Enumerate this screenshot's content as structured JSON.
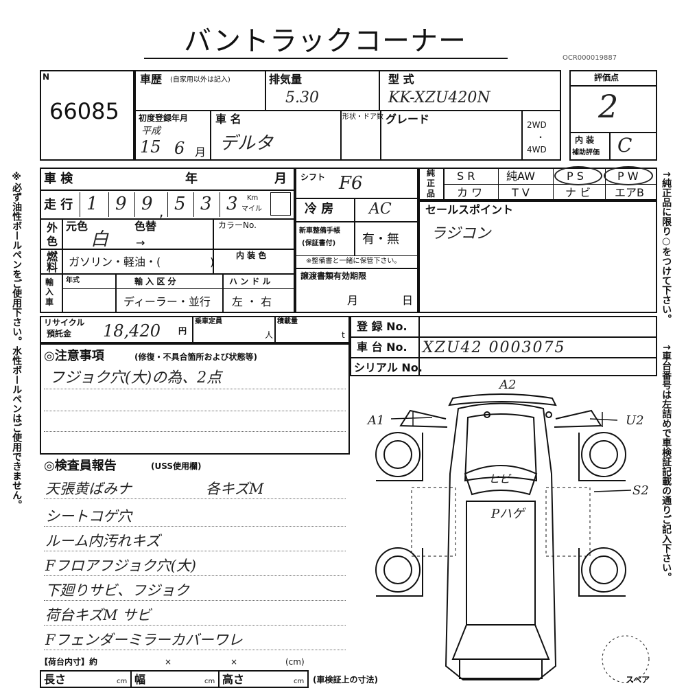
{
  "header": {
    "title": "バントラックコーナー",
    "top_right": "OCR000019887"
  },
  "lot": {
    "label": "N",
    "number": "66085"
  },
  "history": {
    "label": "車歴",
    "note": "(自家用以外は記入)"
  },
  "displacement": {
    "label": "排気量",
    "value": "5.30"
  },
  "model_type": {
    "label": "型 式",
    "value": "KK-XZU420N"
  },
  "rating": {
    "label": "評価点",
    "value": "2",
    "interior_label_1": "内 装",
    "interior_label_2": "補助評価",
    "interior_value": "C"
  },
  "first_reg": {
    "label": "初度登録年月",
    "era": "平成",
    "year": "15",
    "month": "6",
    "month_unit": "月"
  },
  "car_name": {
    "label": "車 名",
    "value": "デルタ"
  },
  "shape_doors": {
    "label": "形状・ドア数"
  },
  "grade": {
    "label": "グレード"
  },
  "drive": {
    "opt1": "2WD",
    "dot": "・",
    "opt2": "4WD"
  },
  "inspection": {
    "label": "車 検",
    "year_unit": "年",
    "month_unit": "月"
  },
  "mileage": {
    "label": "走 行",
    "digits": [
      "1",
      "9",
      "9",
      "5",
      "3",
      "3"
    ],
    "comma": ",",
    "unit_km": "Km",
    "unit_mile": "マイル"
  },
  "shift": {
    "label": "シフト",
    "value": "F6"
  },
  "aircon": {
    "label": "冷 房",
    "value": "AC"
  },
  "service_book": {
    "label_1": "新車整備手帳",
    "label_2": "(保証書付)",
    "value": "有・無",
    "note": "※整備書と一緒に保管下さい。"
  },
  "color": {
    "label_1": "外",
    "label_2": "色",
    "orig_label": "元色",
    "orig_value": "白",
    "changed_label": "色替",
    "arrow": "→",
    "code_label": "カラーNo."
  },
  "fuel": {
    "label_1": "燃",
    "label_2": "料",
    "options": "ガソリン・軽油・(",
    "close": ")",
    "interior_color_label": "内 装 色"
  },
  "import": {
    "label": "輸入車",
    "year_label": "年式",
    "category_label": "輸 入 区 分",
    "category_value": "ディーラー・並行",
    "handle_label": "ハ ン ド ル",
    "handle_value": "左 ・ 右"
  },
  "transfer": {
    "label": "譲渡書類有効期限",
    "month_unit": "月",
    "day_unit": "日"
  },
  "recycle": {
    "label_1": "リサイクル",
    "label_2": "預託金",
    "value": "18,420",
    "unit": "円"
  },
  "capacity": {
    "label": "乗車定員",
    "unit": "人"
  },
  "load": {
    "label": "積載量",
    "unit": "t"
  },
  "equipment": {
    "label_1": "純",
    "label_2": "正",
    "label_3": "品",
    "row1": [
      "S R",
      "純AW",
      "P S",
      "P W"
    ],
    "row2": [
      "カ ワ",
      "T V",
      "ナ ビ",
      "エアB"
    ]
  },
  "sales_point": {
    "label": "セールスポイント",
    "value": "ラジコン"
  },
  "registration": {
    "reg_label": "登 録 No.",
    "chassis_label": "車 台 No.",
    "chassis_value": "XZU42 0003075",
    "serial_label": "シリアル No."
  },
  "notes": {
    "label": "◎注意事項",
    "sub": "(修復・不具合箇所および状態等)",
    "lines": [
      "フジョク穴(大)の為、2点"
    ]
  },
  "inspector": {
    "label": "◎検査員報告",
    "sub": "(USS使用欄)",
    "lines": [
      "天張黄ばみナ",
      "シートコゲ穴",
      "ルーム内汚れキズ",
      "Fフロアフジョク穴(大)",
      "下廻りサビ、フジョク",
      "荷台キズM サビ",
      "Fフェンダーミラーカバーワレ"
    ],
    "extra": "各キズM"
  },
  "cargo": {
    "label": "【荷台内寸】約",
    "x1": "×",
    "x2": "×",
    "unit": "(cm)",
    "len_label": "長さ",
    "wid_label": "幅",
    "hgt_label": "高さ",
    "cm": "cm",
    "note": "(車検証上の寸法)"
  },
  "diagram": {
    "marks": {
      "a2": "A2",
      "a1": "A1",
      "u2": "U2",
      "s2": "S2",
      "windshield": "ヒビ",
      "roof": "Pハゲ"
    },
    "spare": "スペア"
  },
  "side_left": "※必ず油性ボールペンをご使用下さい。水性ボールペンはご使用できません。",
  "side_right_1": "↑純正品に限り○をつけて下さい。",
  "side_right_2": "↑車台番号は左詰めで車検証記載の通りご記入下さい。"
}
